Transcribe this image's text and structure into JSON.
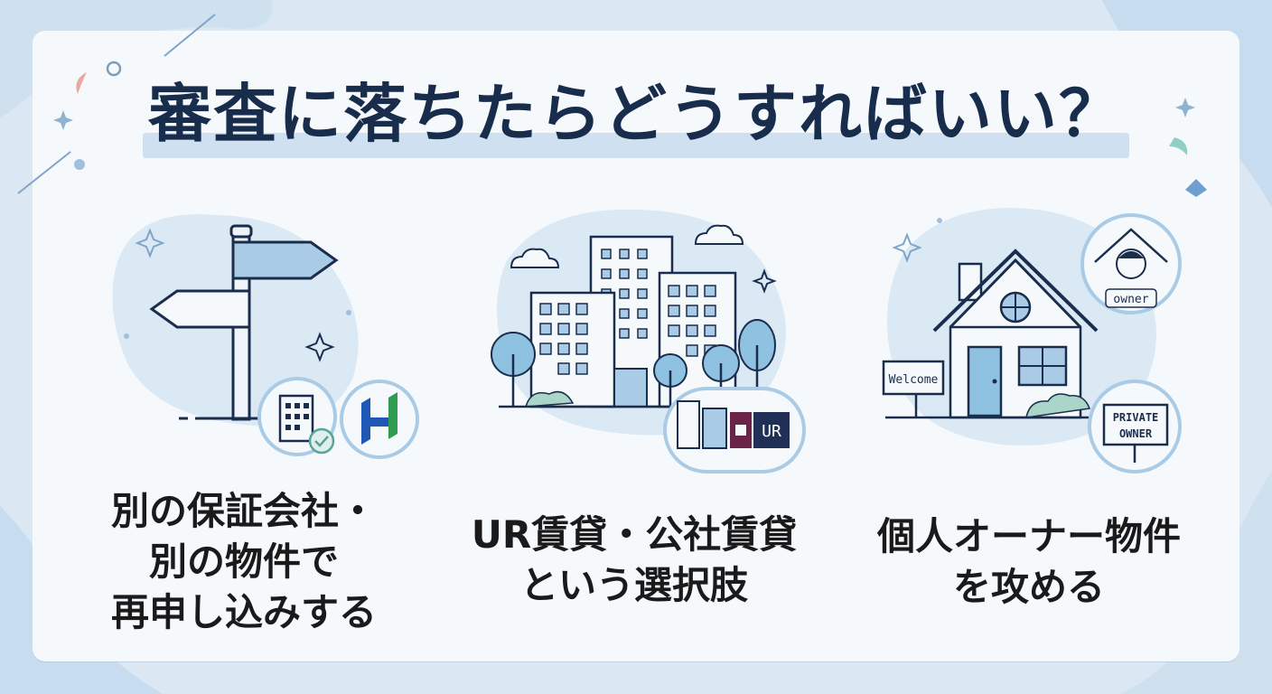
{
  "title": "審査に落ちたらどうすればいい？",
  "colors": {
    "navy": "#1b2d4c",
    "accent_blue": "#a9cbe6",
    "blob": "#dbe9f4",
    "leaf": "#8fc2e0",
    "check": "#5aa39a",
    "ur_purple": "#6b2248",
    "ur_navy": "#1f2f56"
  },
  "panels": [
    {
      "id": "guarantee",
      "caption_lines": [
        "別の保証会社・",
        "別の物件で",
        "再申し込みする"
      ],
      "icons": [
        "signpost-icon",
        "building-check-icon",
        "guarantee-company-logo-icon"
      ]
    },
    {
      "id": "ur",
      "caption_lines": [
        "UR賃貸・公社賃貸",
        "という選択肢"
      ],
      "badge_text": "UR",
      "icons": [
        "apartment-buildings-icon",
        "ur-logo-icon"
      ]
    },
    {
      "id": "owner",
      "caption_lines": [
        "個人オーナー物件",
        "を攻める"
      ],
      "welcome_sign": "Welcome",
      "owner_label": "owner",
      "private_sign": [
        "PRIVATE",
        "OWNER"
      ],
      "icons": [
        "house-icon",
        "owner-avatar-icon",
        "private-owner-sign-icon"
      ]
    }
  ]
}
